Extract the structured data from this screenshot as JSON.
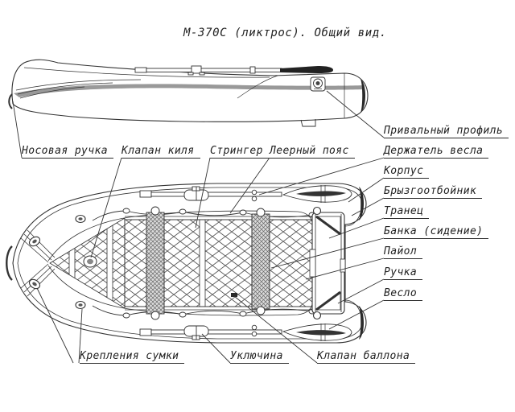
{
  "title": "М-370С (ликтрос). Общий вид.",
  "labels": {
    "nosovaya_ruchka": "Носовая ручка",
    "klapan_kilya": "Клапан киля",
    "stringer": "Стрингер",
    "leernyi_poyas": "Леерный пояс",
    "privalnyi_profil": "Привальный профиль",
    "derzhatel_vesla": "Держатель весла",
    "korpus": "Корпус",
    "bryzgootboynik": "Брызгоотбойник",
    "tranets": "Транец",
    "banka": "Банка (сидение)",
    "payol": "Пайол",
    "ruchka": "Ручка",
    "veslo": "Весло",
    "krepleniya_sumki": "Крепления сумки",
    "uklyuchina": "Уключина",
    "klapan_ballona": "Клапан баллона"
  },
  "colors": {
    "line": "#333333",
    "dark_fill": "#2a2a2a",
    "band_gray": "#999999",
    "hatch_bg": "#e4e4e4",
    "background": "#ffffff"
  }
}
